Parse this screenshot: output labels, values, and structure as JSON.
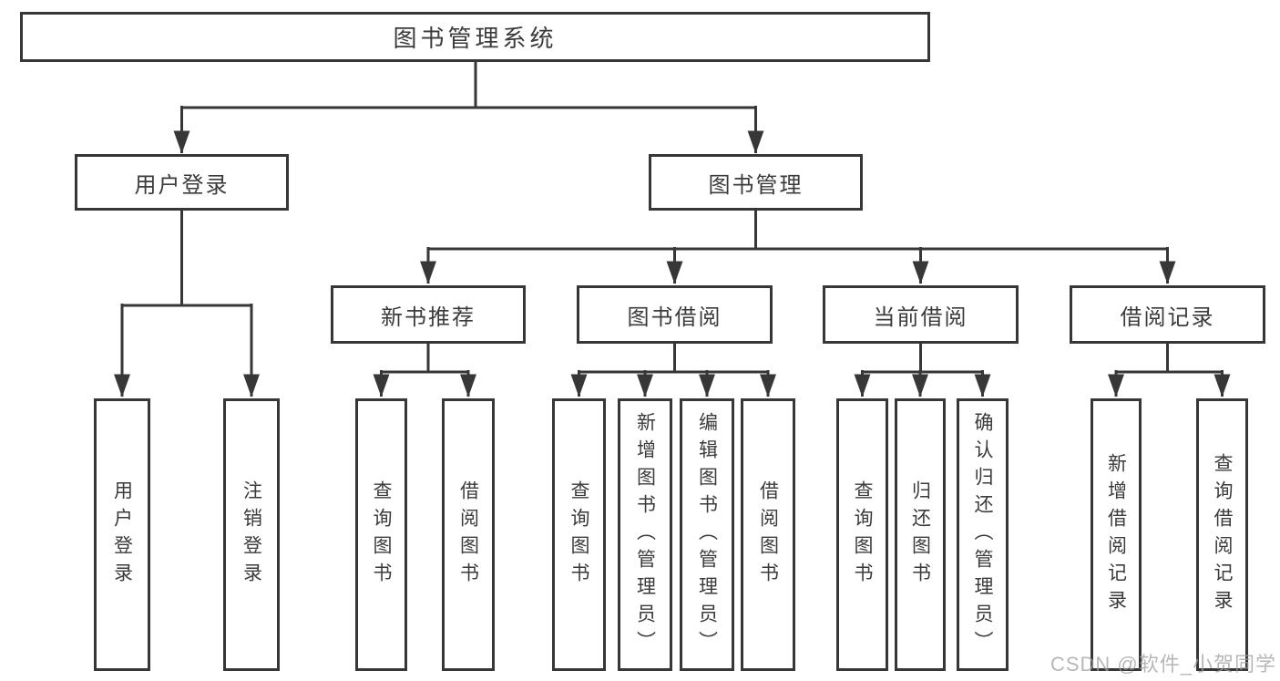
{
  "diagram_type": "hierarchy-tree",
  "root": {
    "label": "图书管理系统"
  },
  "branches": [
    {
      "label": "用户登录",
      "children": [
        "用户登录",
        "注销登录"
      ]
    },
    {
      "label": "图书管理",
      "children": [
        {
          "label": "新书推荐",
          "children": [
            "查询图书",
            "借阅图书"
          ]
        },
        {
          "label": "图书借阅",
          "children": [
            "查询图书",
            "新增图书（管理员）",
            "编辑图书（管理员）",
            "借阅图书"
          ]
        },
        {
          "label": "当前借阅",
          "children": [
            "查询图书",
            "归还图书",
            "确认归还（管理员）"
          ]
        },
        {
          "label": "借阅记录",
          "children": [
            "新增借阅记录",
            "查询借阅记录"
          ]
        }
      ]
    }
  ],
  "watermark": {
    "text": "CSDN @软件_小贺同学"
  },
  "colors": {
    "line": "#373737",
    "text": "#3b3b3b",
    "watermark": "#9f9f9f",
    "background": "#ffffff"
  }
}
